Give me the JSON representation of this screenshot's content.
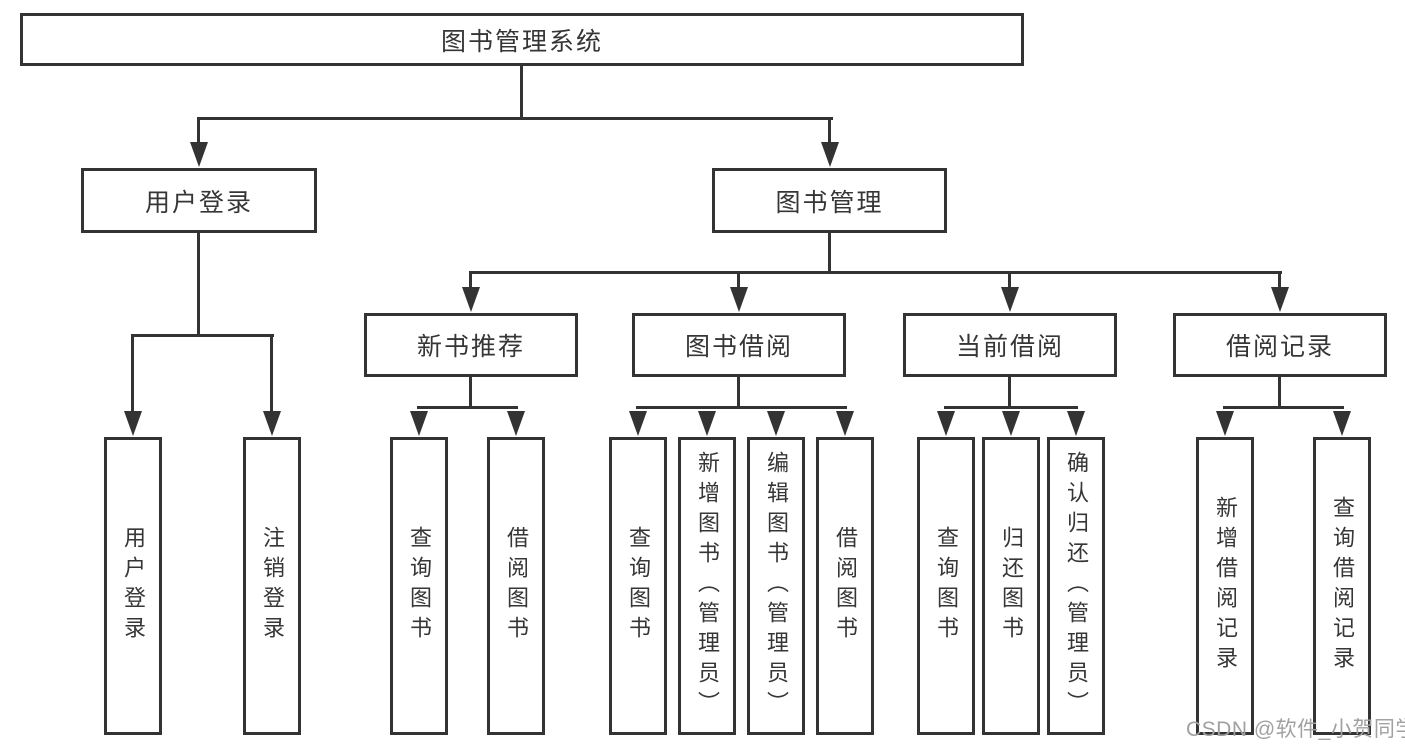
{
  "page": {
    "background": "#ffffff"
  },
  "colors": {
    "box_border": "#333333",
    "connector_line": "#333333",
    "text": "#363636",
    "watermark_text": "#a1a1a1"
  },
  "watermark": {
    "label": "CSDN @软件_小贺同学"
  },
  "tree": {
    "root": {
      "label": "图书管理系统",
      "children": [
        {
          "label": "用户登录",
          "children": [
            {
              "label": "用户登录"
            },
            {
              "label": "注销登录"
            }
          ]
        },
        {
          "label": "图书管理",
          "children": [
            {
              "label": "新书推荐",
              "children": [
                {
                  "label": "查询图书"
                },
                {
                  "label": "借阅图书"
                }
              ]
            },
            {
              "label": "图书借阅",
              "children": [
                {
                  "label": "查询图书"
                },
                {
                  "label": "新增图书（管理员）"
                },
                {
                  "label": "编辑图书（管理员）"
                },
                {
                  "label": "借阅图书"
                }
              ]
            },
            {
              "label": "当前借阅",
              "children": [
                {
                  "label": "查询图书"
                },
                {
                  "label": "归还图书"
                },
                {
                  "label": "确认归还（管理员）"
                }
              ]
            },
            {
              "label": "借阅记录",
              "children": [
                {
                  "label": "新增借阅记录"
                },
                {
                  "label": "查询借阅记录"
                }
              ]
            }
          ]
        }
      ]
    }
  }
}
